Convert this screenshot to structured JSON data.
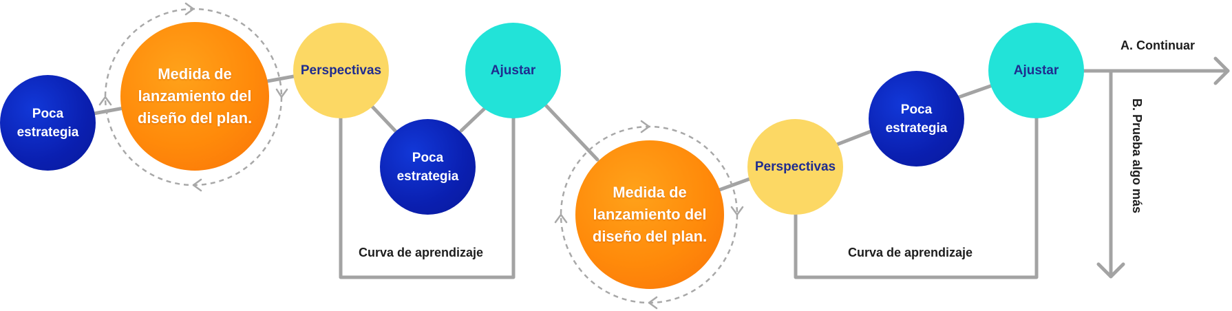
{
  "nodes": {
    "poca1": "Poca estrategia",
    "medida1": "Medida de lanzamiento del diseño del plan.",
    "persp1": "Perspectivas",
    "poca2": "Poca estrategia",
    "ajustar1": "Ajustar",
    "medida2": "Medida de lanzamiento del diseño del plan.",
    "persp2": "Perspectivas",
    "poca3": "Poca estrategia",
    "ajustar2": "Ajustar"
  },
  "labels": {
    "curva1": "Curva de aprendizaje",
    "curva2": "Curva de aprendizaje",
    "continuar": "A. Continuar",
    "prueba": "B. Prueba algo más"
  },
  "colors": {
    "blue": "#0a1fb0",
    "orange": "#ff8a0a",
    "yellow": "#fcd864",
    "cyan": "#22e3d8",
    "line": "#a3a3a3",
    "dashed": "#a8a8a8"
  }
}
